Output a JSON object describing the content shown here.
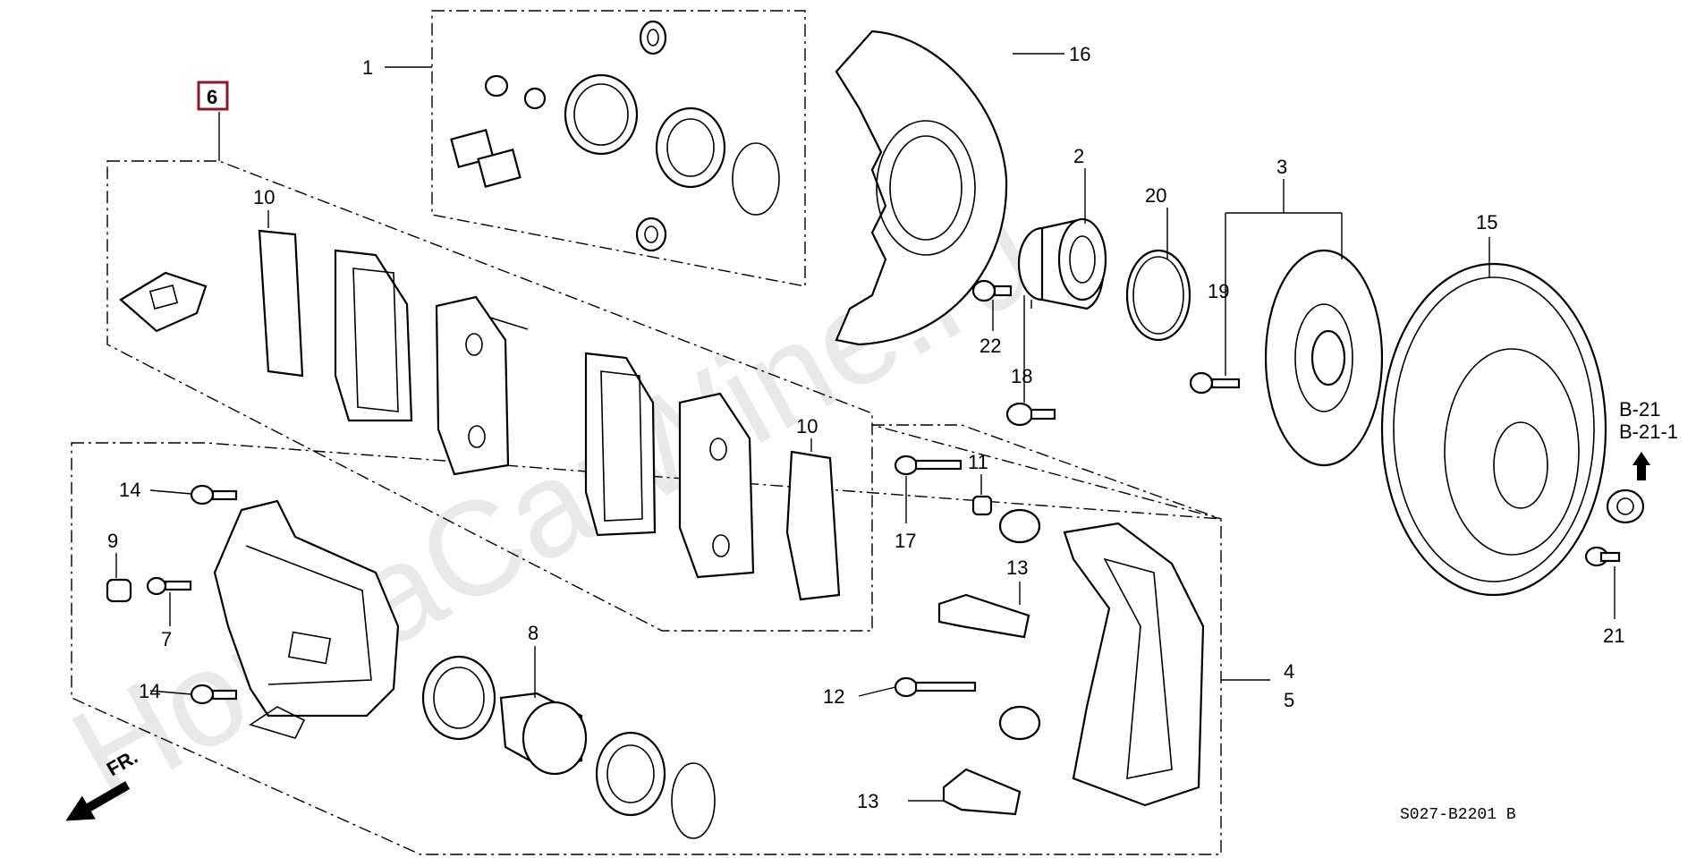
{
  "watermark": "HondaCarWine.ru",
  "diagram_code": "S027-B2201 B",
  "direction_label": "FR.",
  "ref_labels": [
    "B-21",
    "B-21-1"
  ],
  "callouts": {
    "c1": "1",
    "c2": "2",
    "c3": "3",
    "c4": "4",
    "c5": "5",
    "c6": "6",
    "c7": "7",
    "c8": "8",
    "c9": "9",
    "c10a": "10",
    "c10b": "10",
    "c11": "11",
    "c12": "12",
    "c13a": "13",
    "c13b": "13",
    "c14a": "14",
    "c14b": "14",
    "c15": "15",
    "c16": "16",
    "c17": "17",
    "c18": "18",
    "c19": "19",
    "c20": "20",
    "c21": "21",
    "c22": "22"
  },
  "colors": {
    "line": "#000000",
    "highlight_box": "#8b1a2b",
    "watermark": "#e9e9e9"
  }
}
